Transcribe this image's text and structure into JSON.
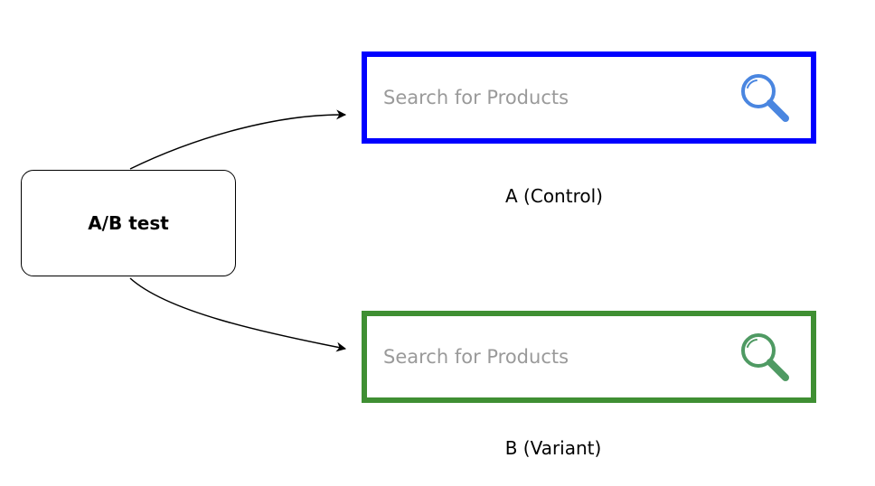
{
  "test_node": {
    "label": "A/B test"
  },
  "variants": [
    {
      "id": "control",
      "caption": "A (Control)",
      "placeholder": "Search for Products",
      "border_color": "#0000ff",
      "icon": "magnifier-icon",
      "icon_color": "#4a86e0"
    },
    {
      "id": "variant",
      "caption": "B (Variant)",
      "placeholder": "Search for Products",
      "border_color": "#3f8f33",
      "icon": "magnifier-icon",
      "icon_color": "#4f9a63"
    }
  ]
}
